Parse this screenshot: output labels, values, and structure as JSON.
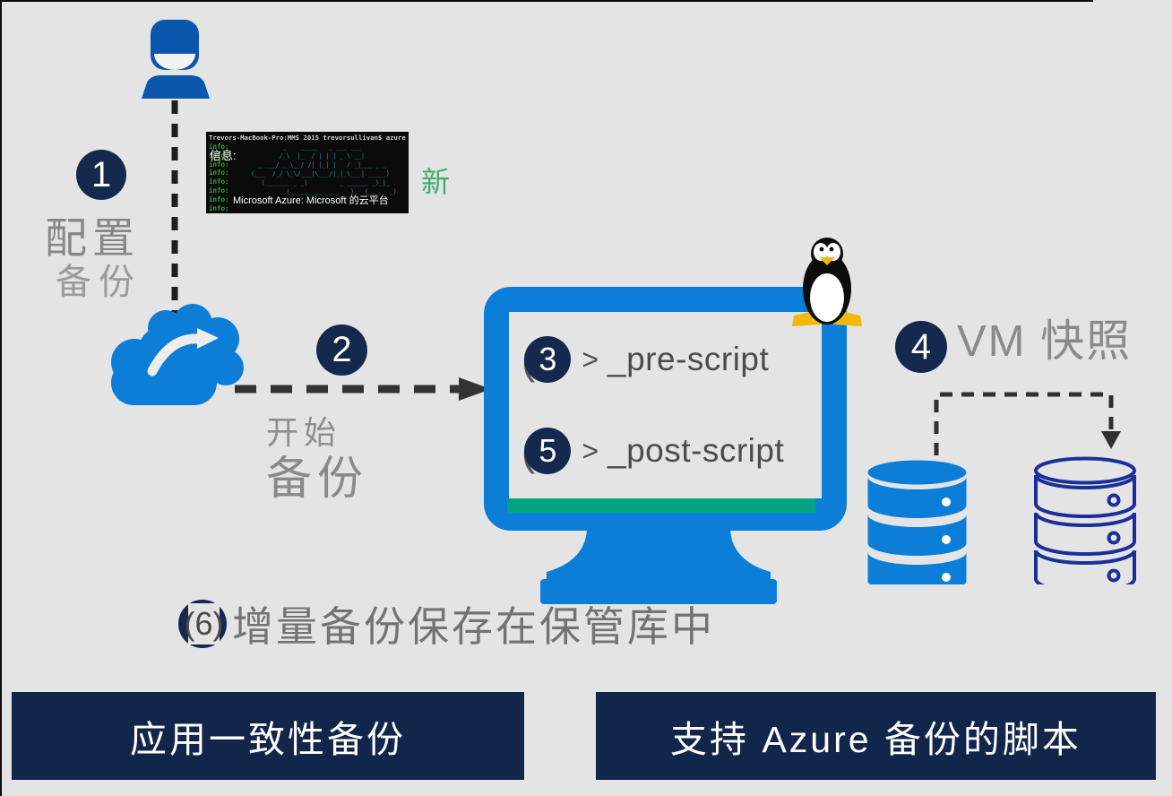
{
  "colors": {
    "bg": "#e4e4e5",
    "blue": "#0d7ed7",
    "person_blue": "#0b57ae",
    "navy": "#15294e",
    "banner_navy": "#12264c",
    "green_bar": "#00a482",
    "text_gray": "#8a8a8a",
    "screen_text": "#4c4c4c",
    "terminal_green": "#2fa22f",
    "terminal_teal": "#2b9f9f",
    "db_outline": "#1b2f9a",
    "new_green": "#3eae6e",
    "dash_dark": "#2f2f2f"
  },
  "steps": {
    "s1": {
      "num": "1",
      "line1": "配置",
      "line2": "备份"
    },
    "s2": {
      "num": "2",
      "line1": "开始",
      "line2": "备份"
    },
    "s3": {
      "num": "3",
      "paren": "(",
      "gt": ">",
      "cmd": "_pre-script"
    },
    "s4": {
      "num": "4",
      "label": "VM 快照"
    },
    "s5": {
      "num": "5",
      "paren": "(",
      "gt": ">",
      "cmd": "_post-script"
    },
    "s6": {
      "num": "(6)",
      "label": "增量备份保存在保管库中"
    }
  },
  "terminal": {
    "prompt_line": "Trevors-MacBook-Pro:MMS 2015 trevorsullivan$ azure",
    "info_label": "信息:",
    "info_column": "info:\ninfo:\ninfo:\ninfo:\ninfo:\ninfo:\ninfo:\ninfo:",
    "ascii_art": "          _    _____   _ ___ ___\n         /_\\  |_  / | | | _ \\ __|\n   _ ___/ _ \\__/ /| |_| |   / _|___ _ _\n (___  /_/ \\_\\/___|\\___/|_|_\\___| _____)\n    (_______ _ _)         _ ______ _)_|_\n           (______________ _ )   (___ _ _)",
    "caption": "Microsoft Azure: Microsoft 的云平台",
    "new_label": "新"
  },
  "banners": {
    "left": "应用一致性备份",
    "right": "支持 Azure 备份的脚本"
  }
}
